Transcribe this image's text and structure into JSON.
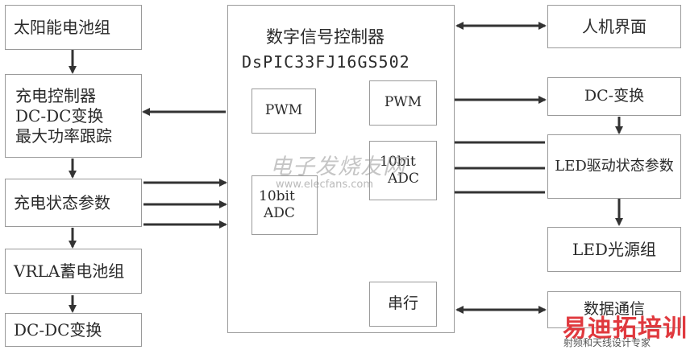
{
  "left_column": {
    "solar": "太阳能电池组",
    "charge_controller": [
      "充电控制器",
      "DC-DC变换",
      "最大功率跟踪"
    ],
    "charge_status": "充电状态参数",
    "vrla": "VRLA蓄电池组",
    "dcdc": "DC-DC变换"
  },
  "controller": {
    "title_line1": "数字信号控制器",
    "title_line2": "DsPIC33FJ16GS502",
    "pwm_left": "PWM",
    "pwm_right": "PWM",
    "adc_left": [
      "10bit",
      "ADC"
    ],
    "adc_right": [
      "10bit",
      "ADC"
    ],
    "serial": "串行"
  },
  "right_column": {
    "hmi": "人机界面",
    "dc_conversion": "DC-变换",
    "led_driver": "LED驱动状态参数",
    "led_source": "LED光源组",
    "data_comm": "数据通信"
  },
  "watermark": {
    "text": "电子发烧友网",
    "url": "www.elecfans.com"
  },
  "brand": {
    "logo": "易迪拓培训",
    "tagline": "射频和天线设计专家"
  }
}
